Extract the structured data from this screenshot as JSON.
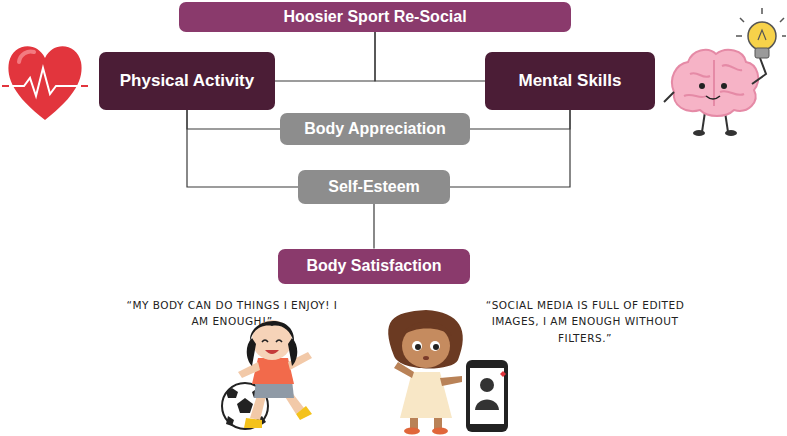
{
  "diagram": {
    "nodes": [
      {
        "text": [
          "Hoosier Sport Re-Social"
        ]
      },
      {
        "text": [
          "Physical Activity"
        ]
      },
      {
        "text": [
          "Mental Skills"
        ]
      },
      {
        "text": [
          "Body Appreciation"
        ]
      },
      {
        "text": [
          "Self-Esteem"
        ]
      },
      {
        "text": [
          "Body Satisfaction"
        ]
      }
    ],
    "edges": [
      {
        "from": 0,
        "to": 1,
        "arrow": "none"
      },
      {
        "from": 0,
        "to": 2,
        "arrow": "none"
      },
      {
        "from": 1,
        "to": 3,
        "arrow": "none"
      },
      {
        "from": 2,
        "to": 3,
        "arrow": "none"
      },
      {
        "from": 1,
        "to": 4,
        "arrow": "none"
      },
      {
        "from": 2,
        "to": 4,
        "arrow": "none"
      },
      {
        "from": 4,
        "to": 5,
        "arrow": "none"
      }
    ],
    "labels": [
      "“MY BODY CAN DO THINGS I ENJOY! I AM ENOUGH!”",
      "“SOCIAL MEDIA IS FULL OF EDITED IMAGES, I AM ENOUGH WITHOUT FILTERS.”"
    ]
  }
}
